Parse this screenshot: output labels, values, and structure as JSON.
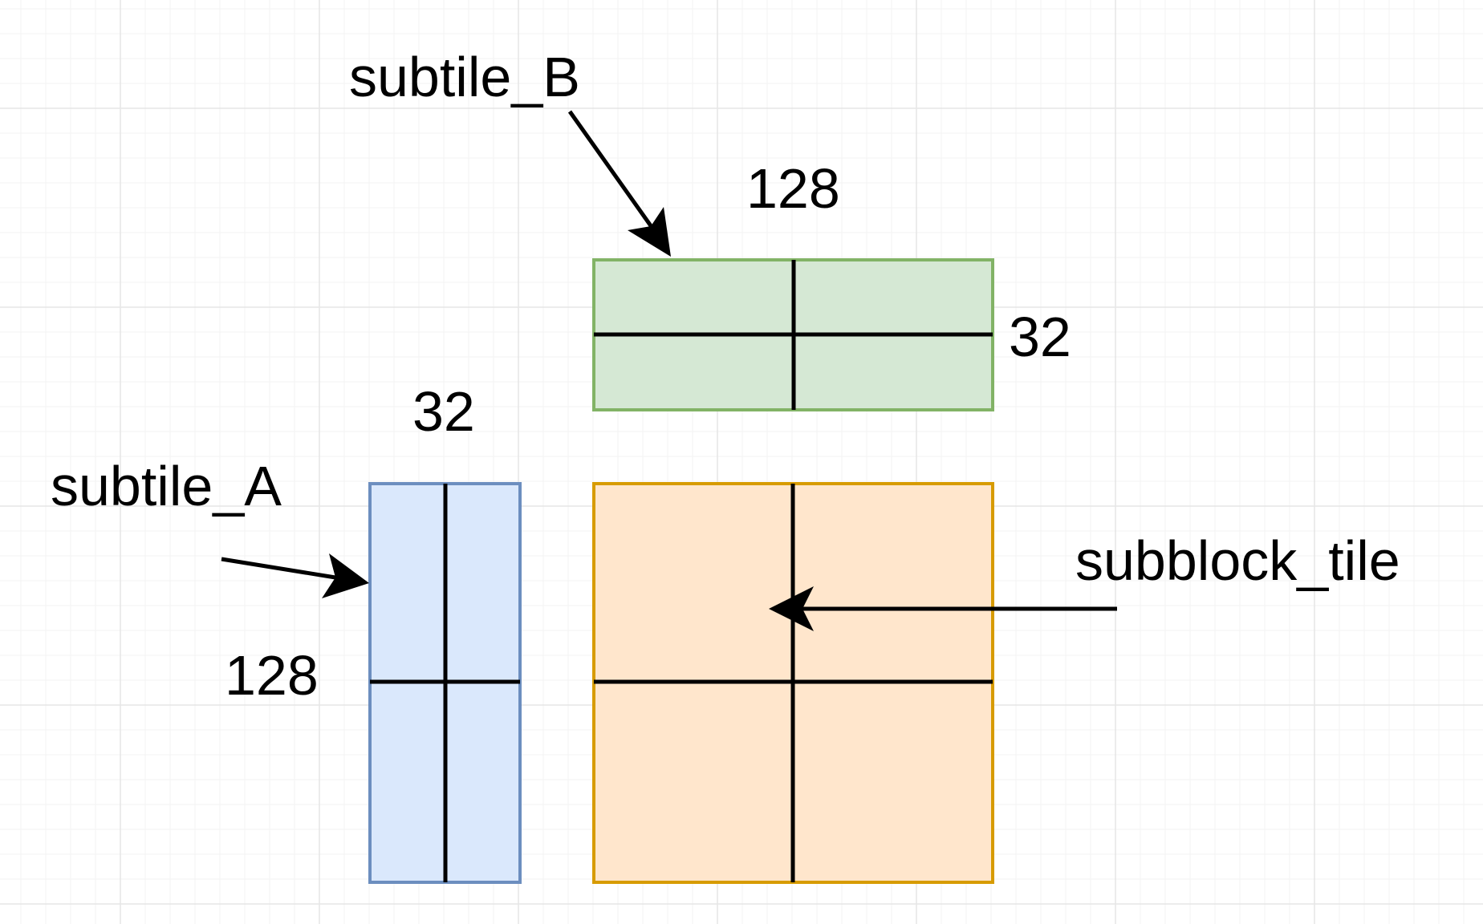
{
  "labels": {
    "subtile_b": "subtile_B",
    "subtile_a": "subtile_A",
    "subblock_tile": "subblock_tile"
  },
  "dimensions": {
    "subtile_b_width": "128",
    "subtile_b_height": "32",
    "subtile_a_width": "32",
    "subtile_a_height": "128"
  },
  "colors": {
    "background": "#ffffff",
    "grid": "#e6e6e6",
    "subtile_b_fill": "#d5e8d4",
    "subtile_b_stroke": "#82b366",
    "subtile_a_fill": "#dae8fc",
    "subtile_a_stroke": "#6c8ebf",
    "subblock_fill": "#ffe6cc",
    "subblock_stroke": "#d79b00",
    "line": "#000000"
  }
}
